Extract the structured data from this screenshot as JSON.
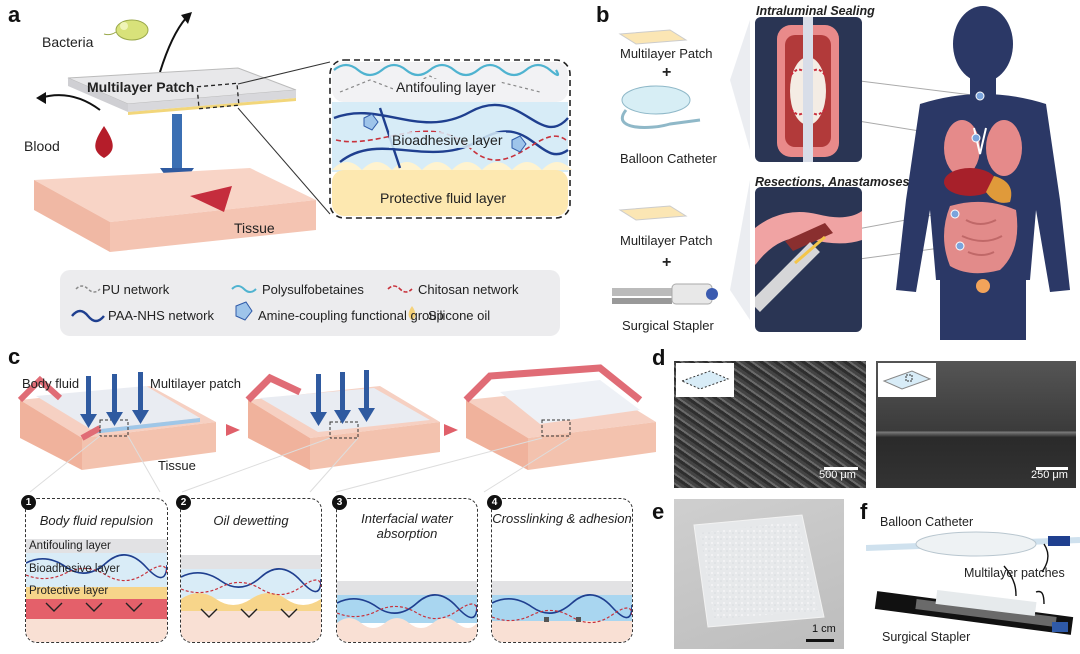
{
  "panel_a": {
    "label": "a",
    "bacteria": "Bacteria",
    "patch": "Multilayer Patch",
    "blood": "Blood",
    "tissue": "Tissue",
    "layers": [
      "Antifouling layer",
      "Bioadhesive layer",
      "Protective fluid layer"
    ],
    "legend": [
      {
        "name": "PU network",
        "color": "#8a8a8a"
      },
      {
        "name": "Polysulfobetaines",
        "color": "#4fb3d0"
      },
      {
        "name": "Chitosan network",
        "color": "#c8323c"
      },
      {
        "name": "PAA-NHS network",
        "color": "#1f3f8f"
      },
      {
        "name": "Amine-coupling functional group",
        "color": "#2f5aa8"
      },
      {
        "name": "Silicone oil",
        "color": "#f5d27a"
      }
    ]
  },
  "panel_b": {
    "label": "b",
    "top_title": "Intraluminal Sealing",
    "bottom_title": "Resections, Anastamoses",
    "patch1": "Multilayer Patch",
    "plus": "+",
    "device1": "Balloon Catheter",
    "patch2": "Multilayer Patch",
    "device2": "Surgical Stapler"
  },
  "panel_c": {
    "label": "c",
    "body_fluid": "Body fluid",
    "patch": "Multilayer patch",
    "tissue": "Tissue",
    "steps": [
      {
        "num": "1",
        "title": "Body fluid repulsion"
      },
      {
        "num": "2",
        "title": "Oil dewetting"
      },
      {
        "num": "3",
        "title": "Interfacial water absorption"
      },
      {
        "num": "4",
        "title": "Crosslinking & adhesion"
      }
    ],
    "step1_layers": [
      "Antifouling layer",
      "Bioadhesive layer",
      "Protective layer"
    ]
  },
  "panel_d": {
    "label": "d",
    "scale1": "500 μm",
    "scale2": "250 μm"
  },
  "panel_e": {
    "label": "e",
    "scale": "1 cm"
  },
  "panel_f": {
    "label": "f",
    "catheter": "Balloon Catheter",
    "patches": "Multilayer patches",
    "stapler": "Surgical Stapler"
  }
}
